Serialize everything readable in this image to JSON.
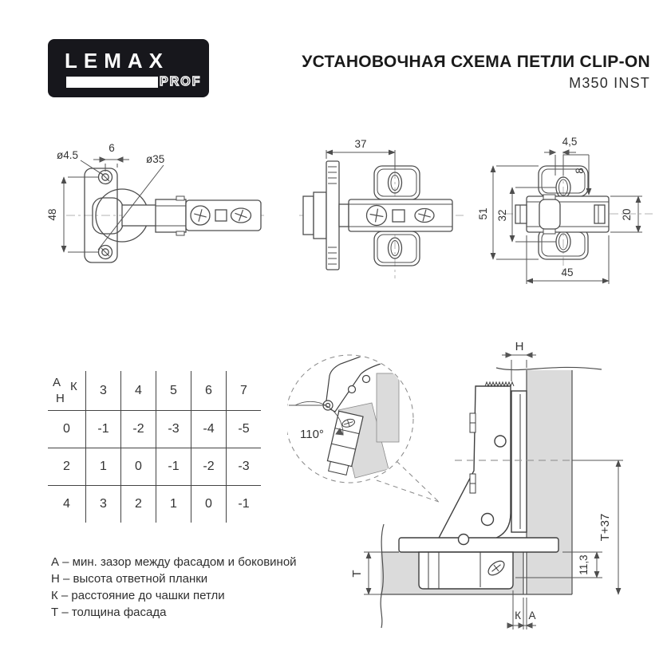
{
  "header": {
    "logo_brand": "LEMAX",
    "logo_sub": "PROF",
    "title": "УСТАНОВОЧНАЯ СХЕМА ПЕТЛИ CLIP-ON",
    "subtitle": "M350 INST"
  },
  "drawings": {
    "front_view": {
      "hole_dia": "ø4.5",
      "hole_offset": "6",
      "cup_dia": "ø35",
      "hole_spacing": "48"
    },
    "top_view": {
      "depth_to_axis": "37"
    },
    "plate_view": {
      "slot_to_axis": "4,5",
      "slot_edge": "8",
      "plate_height": "51",
      "slot_spacing": "32",
      "arm_width": "20",
      "plate_width": "45"
    }
  },
  "table": {
    "corner": {
      "a": "А",
      "k": "К",
      "h": "Н"
    },
    "columns": [
      "3",
      "4",
      "5",
      "6",
      "7"
    ],
    "rows": [
      {
        "h": "0",
        "values": [
          "-1",
          "-2",
          "-3",
          "-4",
          "-5"
        ]
      },
      {
        "h": "2",
        "values": [
          "1",
          "0",
          "-1",
          "-2",
          "-3"
        ]
      },
      {
        "h": "4",
        "values": [
          "3",
          "2",
          "1",
          "0",
          "-1"
        ]
      }
    ]
  },
  "legend": [
    "А – мин. зазор между фасадом и боковиной",
    "Н – высота ответной планки",
    "К – расстояние до чашки петли",
    "Т – толщина фасада"
  ],
  "section": {
    "opening_angle": "110°",
    "plate_height_label": "Н",
    "facade_thickness_label": "Т",
    "overlay_formula": "Т+37",
    "cup_depth": "11,3",
    "cup_distance_label": "К",
    "gap_label": "А"
  },
  "colors": {
    "accent_black": "#17171c",
    "line": "#4d4d4d",
    "panel_grey": "#dbdbdb"
  }
}
